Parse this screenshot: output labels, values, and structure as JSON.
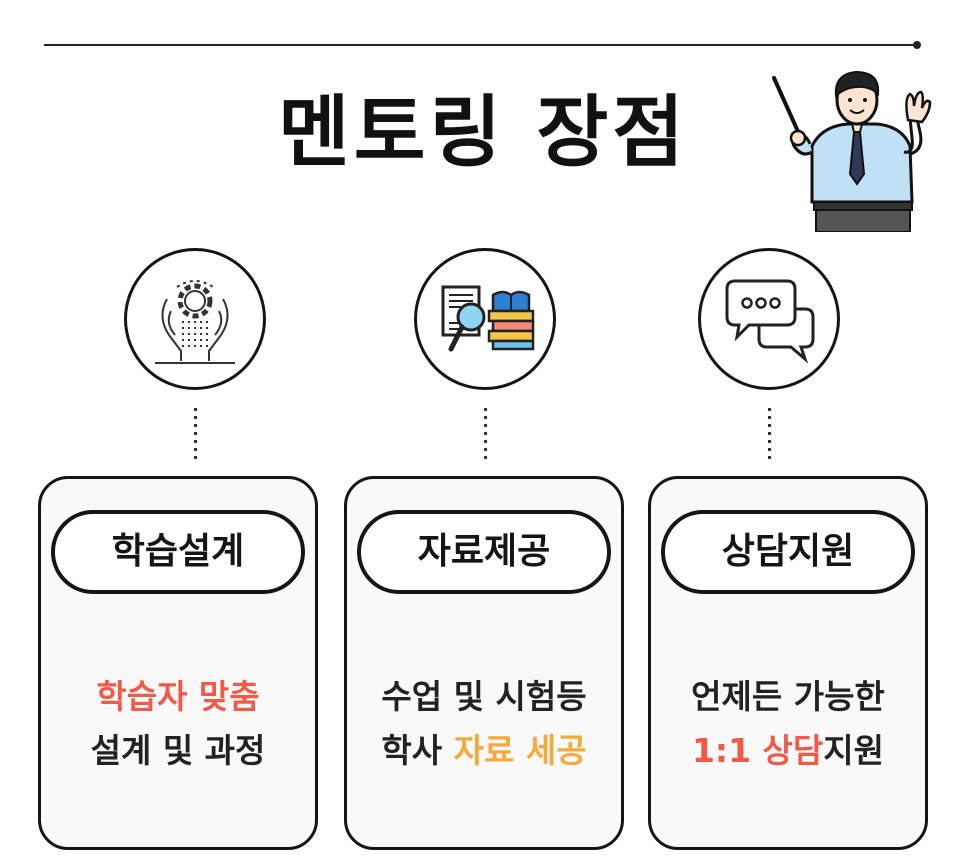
{
  "title": "멘토링 장점",
  "colors": {
    "red_accent": "#f15a46",
    "orange_accent": "#f6a93b",
    "outline": "#151515"
  },
  "cards": [
    {
      "icon": "gear-hands-icon",
      "label": "학습설계",
      "line1_highlight": "학습자 맞춤",
      "line2": "설계 및 과정"
    },
    {
      "icon": "documents-books-icon",
      "label": "자료제공",
      "line1": "수업 및 시험등",
      "line2_prefix": "학사 ",
      "line2_highlight": "자료 세공"
    },
    {
      "icon": "chat-bubbles-icon",
      "label": "상담지원",
      "line1": "언제든 가능한",
      "line2_highlight": "1:1 상담",
      "line2_suffix": "지원"
    }
  ]
}
